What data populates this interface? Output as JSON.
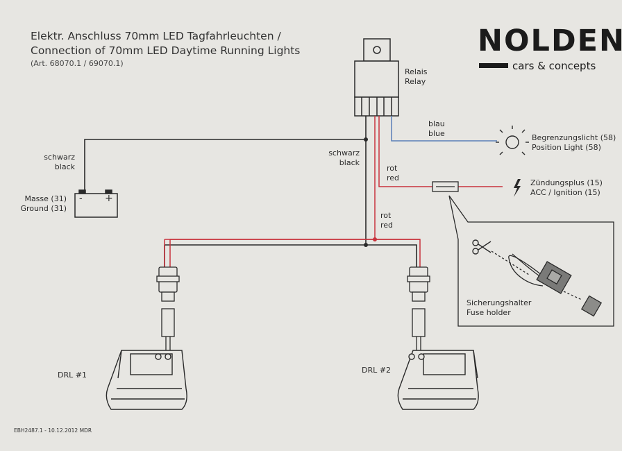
{
  "title": {
    "line1": "Elektr. Anschluss 70mm LED Tagfahrleuchten /",
    "line2": "Connection of 70mm LED Daytime Running Lights",
    "article": "(Art. 68070.1 / 69070.1)"
  },
  "brand": {
    "name": "NOLDEN",
    "tagline": "cars & concepts"
  },
  "relay": {
    "de": "Relais",
    "en": "Relay"
  },
  "wires": {
    "blue_de": "blau",
    "blue_en": "blue",
    "black_de": "schwarz",
    "black_en": "black",
    "red_de": "rot",
    "red_en": "red"
  },
  "battery": {
    "de": "Masse (31)",
    "en": "Ground (31)",
    "minus": "-",
    "plus": "+"
  },
  "position_light": {
    "de": "Begrenzungslicht (58)",
    "en": "Position Light (58)"
  },
  "ignition": {
    "de": "Zündungsplus (15)",
    "en": "ACC / Ignition (15)"
  },
  "fuse_holder": {
    "de": "Sicherungshalter",
    "en": "Fuse holder"
  },
  "drl1": "DRL #1",
  "drl2": "DRL #2",
  "footer": "EBH2487.1 - 10.12.2012 MDR",
  "colors": {
    "paper": "#e7e6e2",
    "black_wire": "#2a2a2a",
    "red_wire": "#c8323c",
    "blue_wire": "#5a7fb8"
  }
}
